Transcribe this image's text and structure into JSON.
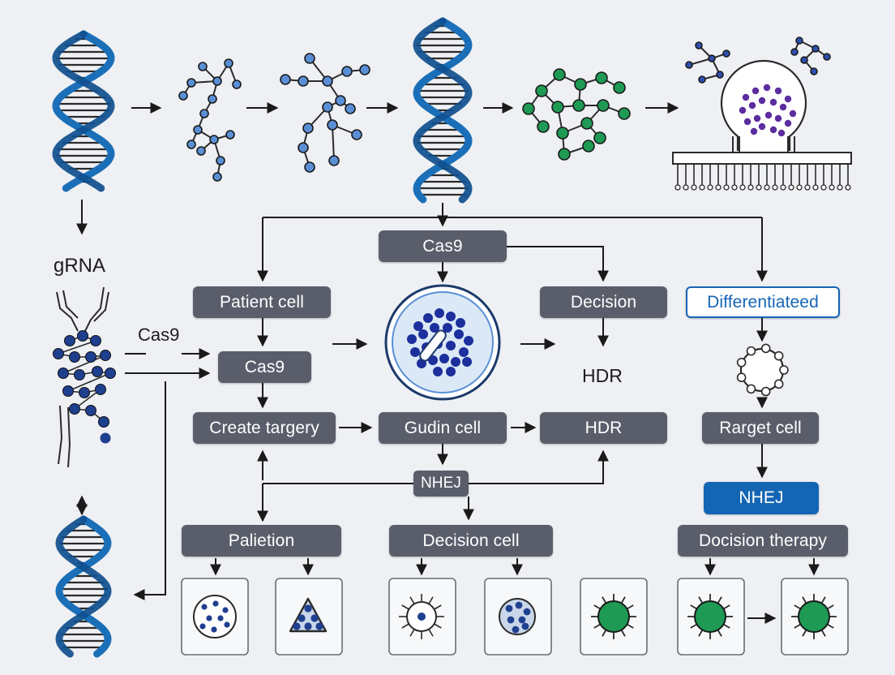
{
  "labels": {
    "grna": "gRNA",
    "cas9_side": "Cas9",
    "hdr_text": "HDR"
  },
  "boxes": {
    "cas9_top": "Cas9",
    "patient_cell": "Patient cell",
    "decision_top": "Decision",
    "differentiated": "Differentiateed",
    "cas9_mid": "Cas9",
    "create_targery": "Create targery",
    "gudin_cell": "Gudin cell",
    "hdr_box": "HDR",
    "rarget_cell": "Rarget cell",
    "nhej_center": "NHEJ",
    "nhej_right": "NHEJ",
    "palietion": "Palietion",
    "decision_cell": "Decision cell",
    "docision_therapy": "Docision therapy"
  },
  "colors": {
    "background": "#eef0f3",
    "box_gray": "#5a5e6b",
    "box_blue": "#1565b5",
    "dna_blue": "#1b6fb8",
    "node_green": "#1e9a55",
    "node_purple": "#5b2d9e",
    "node_navy": "#1f3f8f",
    "node_lightblue": "#5a8fd6"
  },
  "icons": [
    "dna-helix-icon",
    "molecule-network-icon",
    "cell-icon",
    "receptor-membrane-icon",
    "arrow-icon"
  ]
}
